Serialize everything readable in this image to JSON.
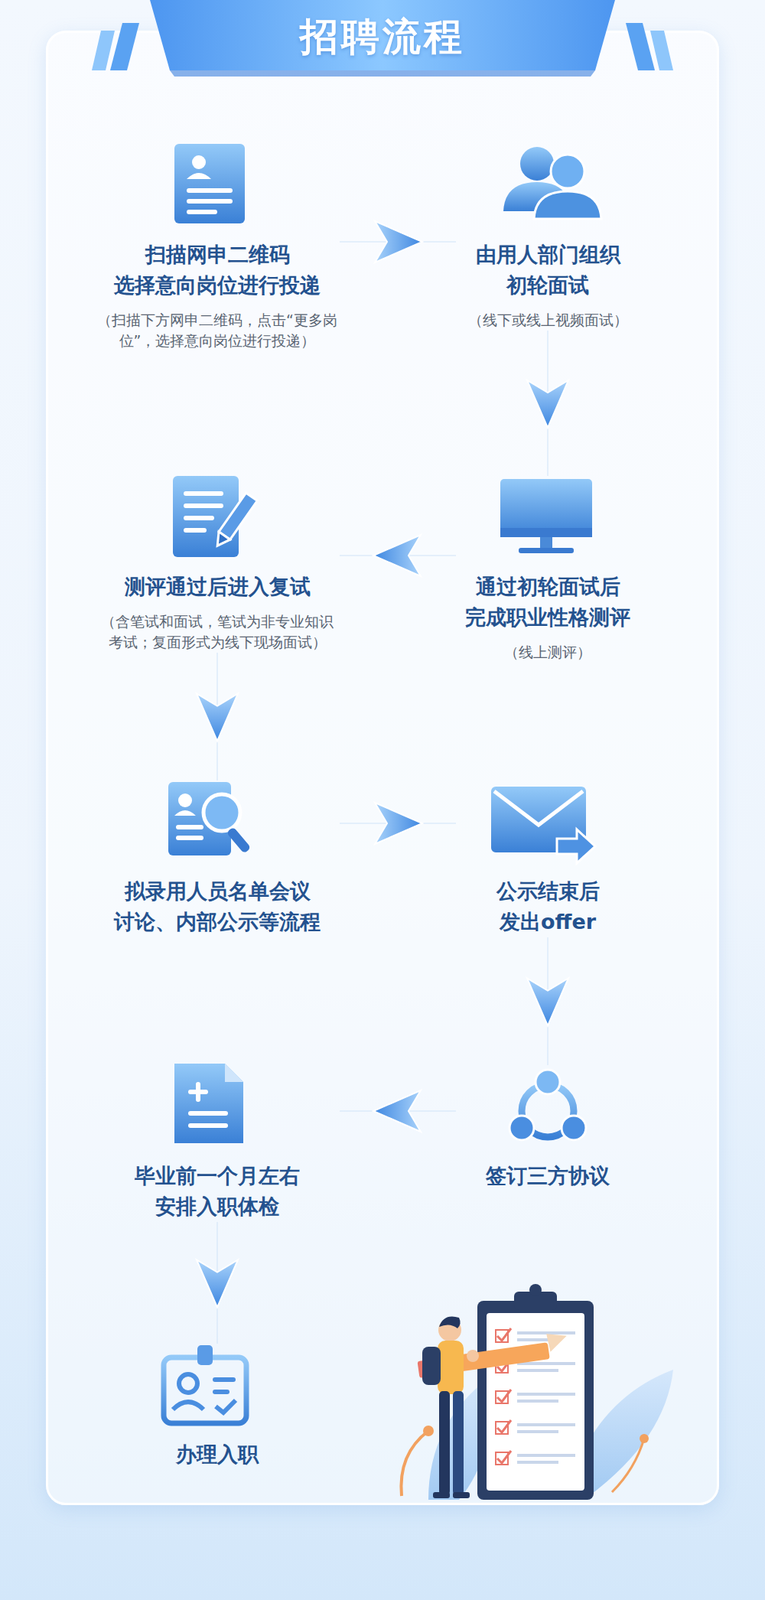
{
  "diagram": {
    "title": "招聘流程",
    "nodes": [
      {
        "text": [
          "扫描网申二维码 选择意向岗位进行投递",
          "（扫描下方网申二维码，点击“更多岗位”，选择意向岗位进行投递）"
        ]
      },
      {
        "text": [
          "由用人部门组织 初轮面试",
          "（线下或线上视频面试）"
        ]
      },
      {
        "text": [
          "通过初轮面试后 完成职业性格测评",
          "（线上测评）"
        ]
      },
      {
        "text": [
          "测评通过后进入复试",
          "（含笔试和面试，笔试为非专业知识考试；复面形式为线下现场面试）"
        ]
      },
      {
        "text": [
          "拟录用人员名单会议 讨论、内部公示等流程"
        ]
      },
      {
        "text": [
          "公示结束后 发出offer"
        ]
      },
      {
        "text": [
          "签订三方协议"
        ]
      },
      {
        "text": [
          "毕业前一个月左右 安排入职体检"
        ]
      },
      {
        "text": [
          "办理入职"
        ]
      }
    ],
    "edges": [
      {
        "from": 0,
        "to": 1,
        "arrow": "to"
      },
      {
        "from": 1,
        "to": 2,
        "arrow": "to"
      },
      {
        "from": 2,
        "to": 3,
        "arrow": "to"
      },
      {
        "from": 3,
        "to": 4,
        "arrow": "to"
      },
      {
        "from": 4,
        "to": 5,
        "arrow": "to"
      },
      {
        "from": 5,
        "to": 6,
        "arrow": "to"
      },
      {
        "from": 6,
        "to": 7,
        "arrow": "to"
      },
      {
        "from": 7,
        "to": 8,
        "arrow": "to"
      }
    ]
  }
}
